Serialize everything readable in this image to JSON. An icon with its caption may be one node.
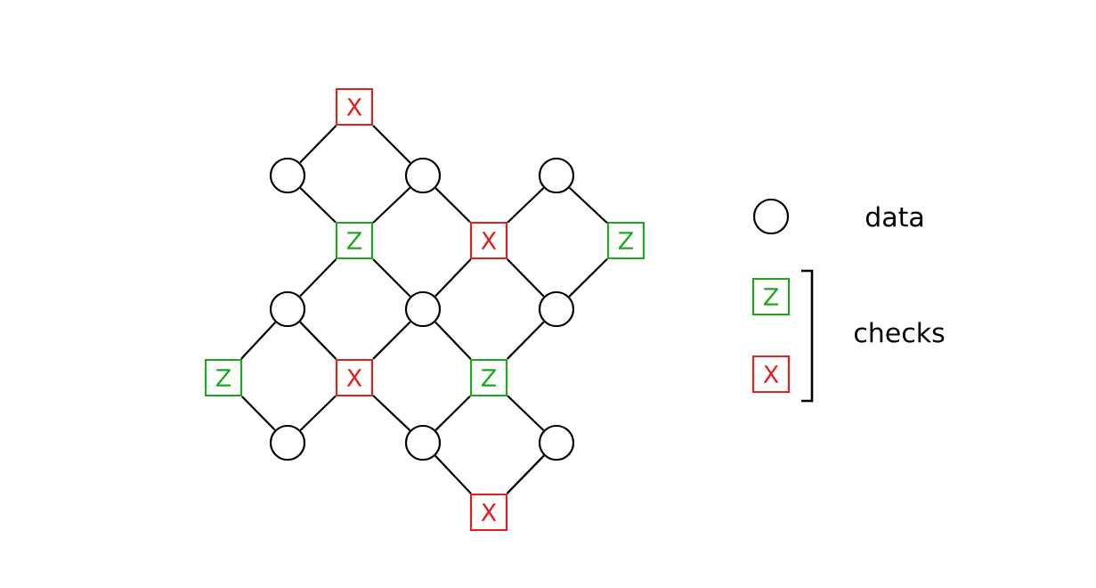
{
  "diagram": {
    "nodes": [
      {
        "text": [
          "X"
        ]
      },
      {
        "text": [],
        "shape": "circle"
      },
      {
        "text": [],
        "shape": "circle"
      },
      {
        "text": [],
        "shape": "circle"
      },
      {
        "text": [
          "Z"
        ]
      },
      {
        "text": [
          "X"
        ]
      },
      {
        "text": [
          "Z"
        ]
      },
      {
        "text": [],
        "shape": "circle"
      },
      {
        "text": [],
        "shape": "circle"
      },
      {
        "text": [],
        "shape": "circle"
      },
      {
        "text": [
          "Z"
        ]
      },
      {
        "text": [
          "X"
        ]
      },
      {
        "text": [
          "Z"
        ]
      },
      {
        "text": [],
        "shape": "circle"
      },
      {
        "text": [],
        "shape": "circle"
      },
      {
        "text": [],
        "shape": "circle"
      },
      {
        "text": [
          "X"
        ]
      },
      {
        "text": [
          "Z"
        ]
      },
      {
        "text": [
          "X"
        ]
      }
    ],
    "edges": [
      {
        "from": 0,
        "to": 1,
        "arrow": "none"
      },
      {
        "from": 0,
        "to": 2,
        "arrow": "none"
      },
      {
        "from": 1,
        "to": 4,
        "arrow": "none"
      },
      {
        "from": 2,
        "to": 4,
        "arrow": "none"
      },
      {
        "from": 2,
        "to": 5,
        "arrow": "none"
      },
      {
        "from": 3,
        "to": 5,
        "arrow": "none"
      },
      {
        "from": 3,
        "to": 6,
        "arrow": "none"
      },
      {
        "from": 4,
        "to": 7,
        "arrow": "none"
      },
      {
        "from": 4,
        "to": 8,
        "arrow": "none"
      },
      {
        "from": 5,
        "to": 8,
        "arrow": "none"
      },
      {
        "from": 5,
        "to": 9,
        "arrow": "none"
      },
      {
        "from": 6,
        "to": 9,
        "arrow": "none"
      },
      {
        "from": 7,
        "to": 10,
        "arrow": "none"
      },
      {
        "from": 7,
        "to": 11,
        "arrow": "none"
      },
      {
        "from": 8,
        "to": 11,
        "arrow": "none"
      },
      {
        "from": 8,
        "to": 12,
        "arrow": "none"
      },
      {
        "from": 9,
        "to": 12,
        "arrow": "none"
      },
      {
        "from": 10,
        "to": 13,
        "arrow": "none"
      },
      {
        "from": 11,
        "to": 13,
        "arrow": "none"
      },
      {
        "from": 11,
        "to": 14,
        "arrow": "none"
      },
      {
        "from": 12,
        "to": 14,
        "arrow": "none"
      },
      {
        "from": 12,
        "to": 15,
        "arrow": "none"
      },
      {
        "from": 14,
        "to": 16,
        "arrow": "none"
      },
      {
        "from": 15,
        "to": 16,
        "arrow": "none"
      }
    ],
    "legend": [
      {
        "text": "data"
      },
      {
        "text": "checks"
      }
    ]
  }
}
